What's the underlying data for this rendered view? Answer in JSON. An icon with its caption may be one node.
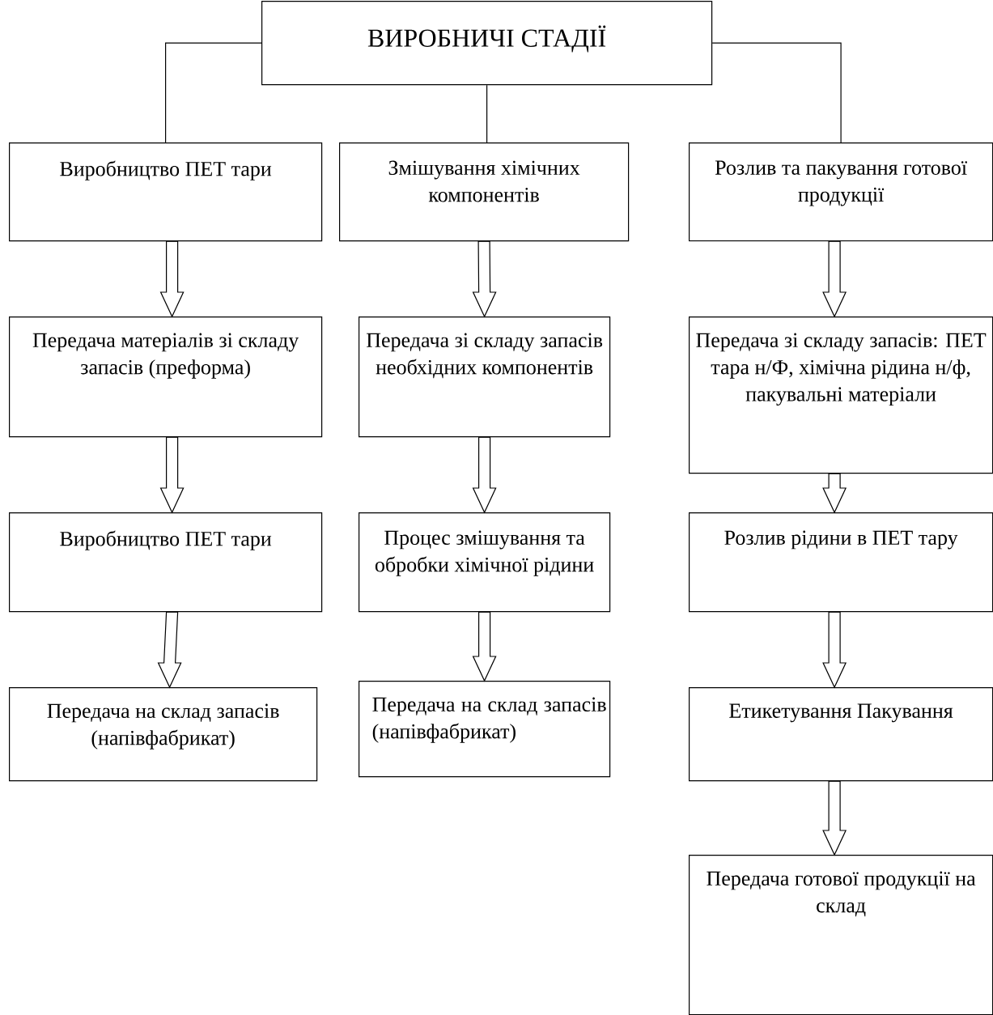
{
  "diagram": {
    "nodes": [
      {
        "text": [
          "ВИРОБНИЧІ СТАДІЇ"
        ]
      },
      {
        "text": [
          "Виробництво ПЕТ тари"
        ]
      },
      {
        "text": [
          "Передача матеріалів зі складу запасів (преформа)"
        ]
      },
      {
        "text": [
          "Виробництво ПЕТ тари"
        ]
      },
      {
        "text": [
          "Передача на склад запасів (напівфабрикат)"
        ]
      },
      {
        "text": [
          "Змішування хімічних компонентів"
        ]
      },
      {
        "text": [
          "Передача зі складу запасів необхідних компонентів"
        ]
      },
      {
        "text": [
          "Процес змішування та обробки хімічної рідини"
        ]
      },
      {
        "text": [
          "Передача на склад запасів (напівфабрикат)"
        ]
      },
      {
        "text": [
          "Розлив та пакування готової продукції"
        ]
      },
      {
        "text": [
          "Передача зі складу запасів: ПЕТ тара н/Ф, хімічна рідина н/ф, пакувальні матеріали"
        ]
      },
      {
        "text": [
          "Розлив рідини в ПЕТ тару"
        ]
      },
      {
        "text": [
          "Етикетування Пакування"
        ]
      },
      {
        "text": [
          "Передача готової продукції на склад"
        ]
      }
    ],
    "edges": [
      {
        "from": 0,
        "to": 1,
        "arrow": "none"
      },
      {
        "from": 0,
        "to": 5,
        "arrow": "none"
      },
      {
        "from": 0,
        "to": 9,
        "arrow": "none"
      },
      {
        "from": 1,
        "to": 2,
        "arrow": "to"
      },
      {
        "from": 2,
        "to": 3,
        "arrow": "to"
      },
      {
        "from": 3,
        "to": 4,
        "arrow": "to"
      },
      {
        "from": 5,
        "to": 6,
        "arrow": "to"
      },
      {
        "from": 6,
        "to": 7,
        "arrow": "to"
      },
      {
        "from": 7,
        "to": 8,
        "arrow": "to"
      },
      {
        "from": 9,
        "to": 10,
        "arrow": "to"
      },
      {
        "from": 10,
        "to": 11,
        "arrow": "to"
      },
      {
        "from": 11,
        "to": 12,
        "arrow": "to"
      },
      {
        "from": 12,
        "to": 13,
        "arrow": "to"
      }
    ]
  }
}
